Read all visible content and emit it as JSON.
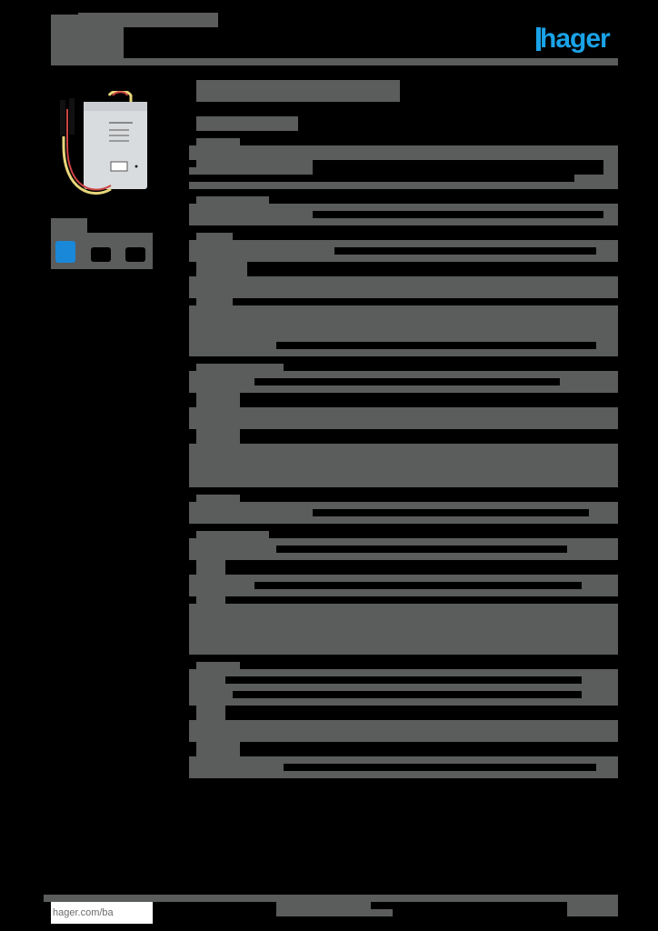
{
  "header": {
    "title_redacted": true,
    "brand_logo": "hager",
    "brand_color": "#1aa3e8"
  },
  "product": {
    "image": "flush-mounted-module-with-wires",
    "certification_icons": [
      "blue-certification-icon",
      "rating-icon-1",
      "rating-icon-2"
    ]
  },
  "main": {
    "title_redacted": true,
    "subtitle_redacted": true,
    "sections_count": 7
  },
  "footer": {
    "url": "hager.com/ba"
  },
  "colors": {
    "background": "#000000",
    "redaction": "#5b5c5c",
    "brand": "#1aa3e8"
  }
}
